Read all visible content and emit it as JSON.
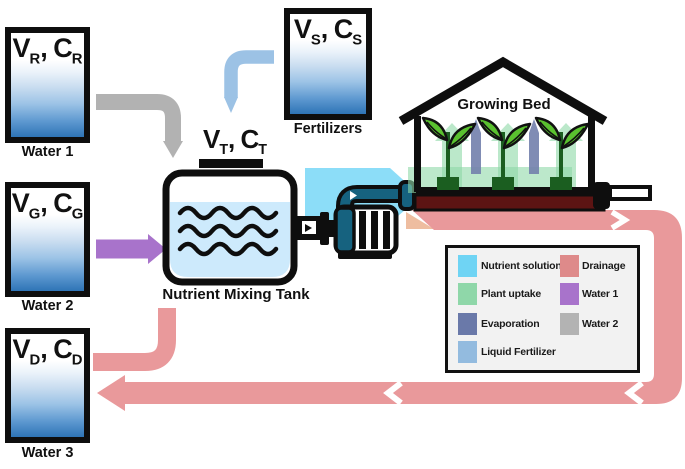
{
  "figure": {
    "tanks": [
      {
        "name": "water-1",
        "sym_v": "V",
        "sub_v": "R",
        "sep": ", ",
        "sym_c": "C",
        "sub_c": "R",
        "caption": "Water 1"
      },
      {
        "name": "water-2",
        "sym_v": "V",
        "sub_v": "G",
        "sep": ", ",
        "sym_c": "C",
        "sub_c": "G",
        "caption": "Water 2"
      },
      {
        "name": "water-3",
        "sym_v": "V",
        "sub_v": "D",
        "sep": ", ",
        "sym_c": "C",
        "sub_c": "D",
        "caption": "Water 3"
      },
      {
        "name": "fertilizers",
        "sym_v": "V",
        "sub_v": "S",
        "sep": ", ",
        "sym_c": "C",
        "sub_c": "S",
        "caption": "Fertilizers"
      }
    ],
    "mixing_tank": {
      "sym_v": "V",
      "sub_v": "T",
      "sep": ", ",
      "sym_c": "C",
      "sub_c": "T",
      "caption": "Nutrient Mixing Tank"
    },
    "growing_bed": {
      "title": "Growing Bed"
    },
    "legend": {
      "items": [
        {
          "label": "Nutrient solution",
          "color": "#6fd4f4"
        },
        {
          "label": "Plant uptake",
          "color": "#8fd7a9"
        },
        {
          "label": "Evaporation",
          "color": "#6a79a9"
        },
        {
          "label": "Liquid Fertilizer",
          "color": "#93bbdf"
        },
        {
          "label": "Drainage",
          "color": "#de8a8a"
        },
        {
          "label": "Water 1",
          "color": "#a873cb"
        },
        {
          "label": "Water 2",
          "color": "#b3b3b3"
        }
      ]
    },
    "colors": {
      "drainage": "#e9999b",
      "gray_arrow": "#b2b2b2",
      "purple_arrow": "#a873cb",
      "liquid_fertilizer_arrow": "#9cc2e5",
      "nutrient_solution_arrow": "#6fd5f6",
      "plant_uptake": "#8fd9a8",
      "evaporation": "#7280ac",
      "pump_body": "#16627f",
      "drain_pipe": "#5c1413",
      "leaf_green": "#5ac12f",
      "stem_green": "#1b5e20"
    }
  }
}
